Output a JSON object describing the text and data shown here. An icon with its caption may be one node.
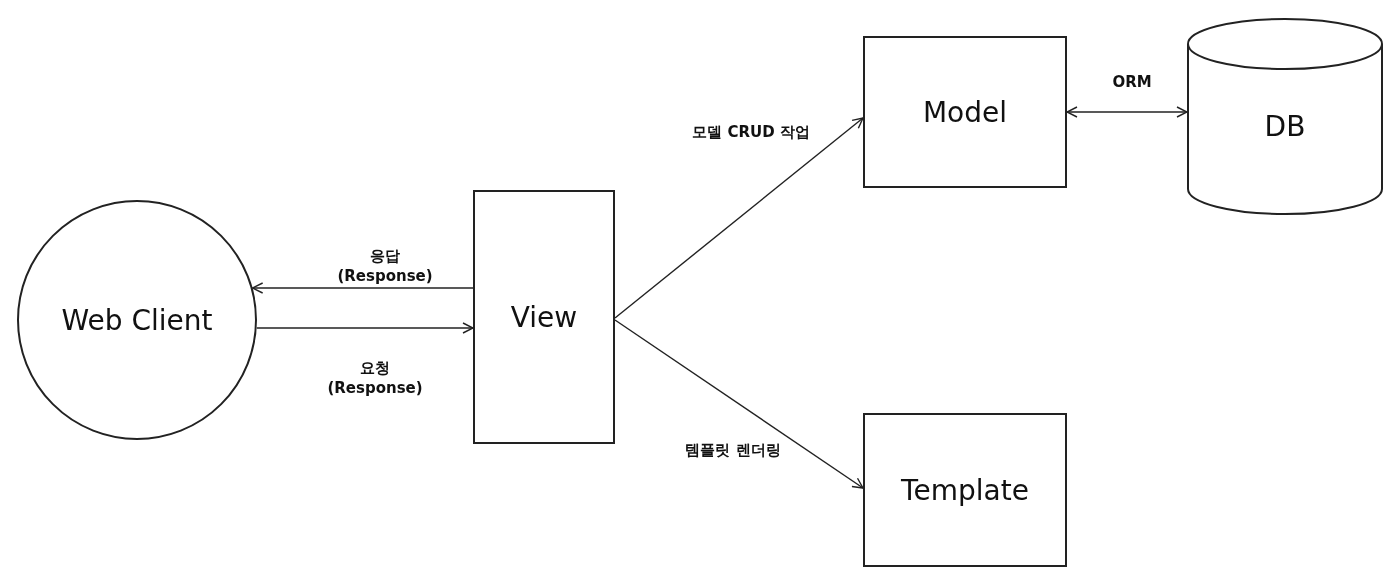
{
  "diagram": {
    "nodes": [
      {
        "text": [
          "Web Client"
        ]
      },
      {
        "text": [
          "View"
        ]
      },
      {
        "text": [
          "Model"
        ]
      },
      {
        "text": [
          "DB"
        ]
      },
      {
        "text": [
          "Template"
        ]
      }
    ],
    "edges": [
      {
        "from": 1,
        "to": 0,
        "arrow": "to",
        "label": "응답 (Response)"
      },
      {
        "from": 0,
        "to": 1,
        "arrow": "to",
        "label": "요청 (Response)"
      },
      {
        "from": 1,
        "to": 2,
        "arrow": "to",
        "label": "모델 CRUD 작업"
      },
      {
        "from": 1,
        "to": 4,
        "arrow": "to",
        "label": "템플릿 렌더링"
      },
      {
        "from": 2,
        "to": 3,
        "arrow": "both",
        "label": "ORM"
      }
    ]
  }
}
